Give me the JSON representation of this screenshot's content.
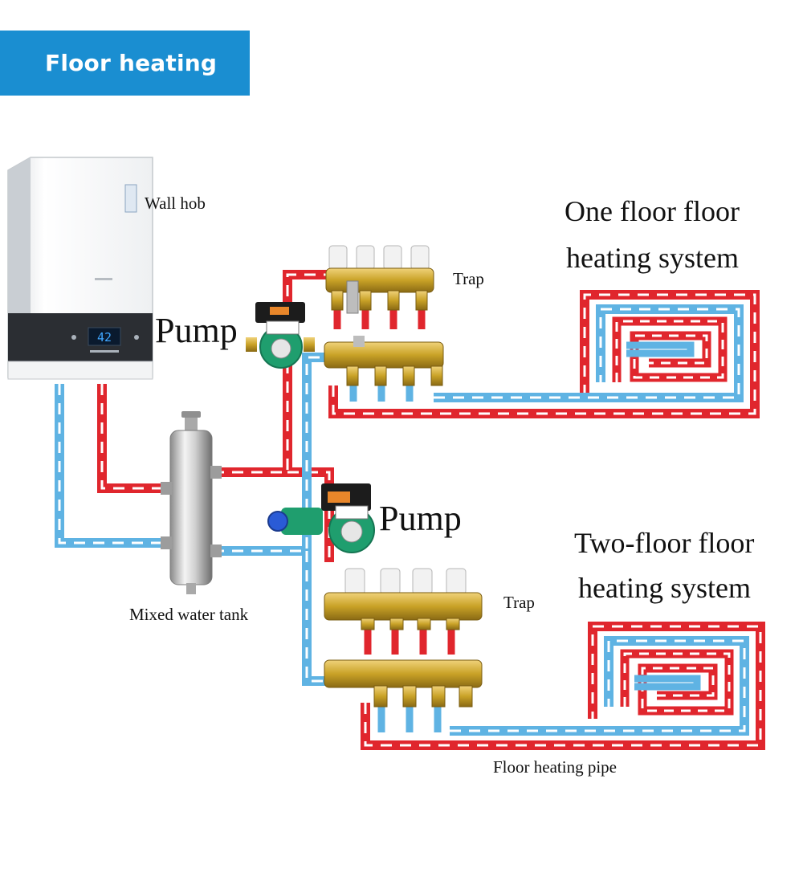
{
  "header": {
    "title": "Floor heating"
  },
  "labels": {
    "wall_hob": "Wall hob",
    "pump_upper": "Pump",
    "pump_lower": "Pump",
    "trap_upper": "Trap",
    "trap_lower": "Trap",
    "mixed_tank": "Mixed water tank",
    "floor_pipe": "Floor heating pipe",
    "boiler_display": "42",
    "system_one": {
      "line1": "One floor floor",
      "line2": "heating system"
    },
    "system_two": {
      "line1": "Two-floor floor",
      "line2": "heating system"
    }
  },
  "colors": {
    "header_blue": "#1a8ed1",
    "hot_pipe": "#e0262d",
    "cold_pipe": "#5fb3e3",
    "brass": "#c9a227",
    "pump_green": "#1f9e6e",
    "display_blue": "#3fa6ff"
  }
}
